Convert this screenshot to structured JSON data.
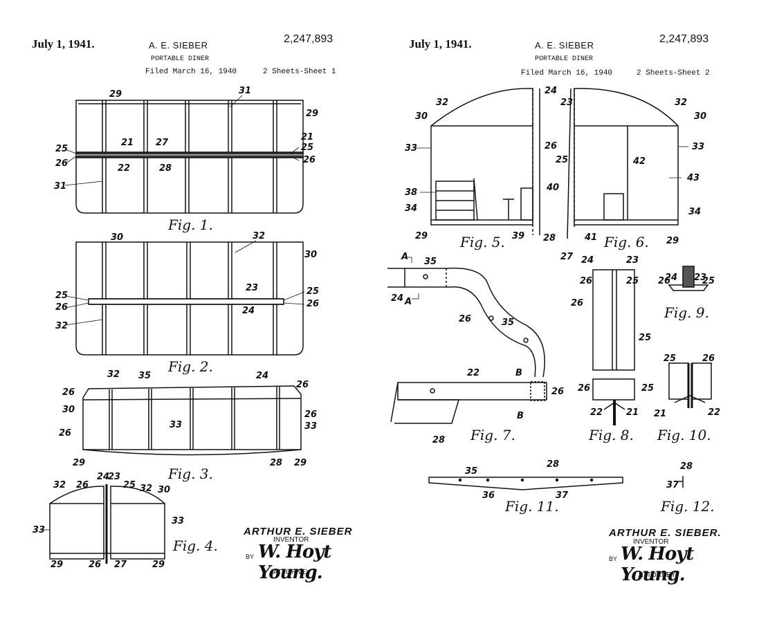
{
  "sheet1": {
    "date": "July 1, 1941.",
    "inventor": "A. E. SIEBER",
    "patent_number": "2,247,893",
    "title": "PORTABLE DINER",
    "filed": "Filed March 16, 1940",
    "sheet": "2 Sheets-Sheet 1",
    "figures": [
      "Fig. 1.",
      "Fig. 2.",
      "Fig. 3.",
      "Fig. 4."
    ],
    "signature": {
      "name": "ARTHUR E. SIEBER",
      "inventor_label": "INVENTOR",
      "by": "BY",
      "attorney_name": "W. Hoyt Young.",
      "attorney_label": "ATTORNEY"
    }
  },
  "sheet2": {
    "date": "July 1, 1941.",
    "inventor": "A. E. SIEBER",
    "patent_number": "2,247,893",
    "title": "PORTABLE DINER",
    "filed": "Filed March 16, 1940",
    "sheet": "2 Sheets-Sheet 2",
    "figures": [
      "Fig. 5.",
      "Fig. 6.",
      "Fig. 7.",
      "Fig. 8.",
      "Fig. 9.",
      "Fig. 10.",
      "Fig. 11.",
      "Fig. 12."
    ],
    "signature": {
      "name": "ARTHUR E. SIEBER.",
      "inventor_label": "INVENTOR",
      "by": "BY",
      "attorney_name": "W. Hoyt Young.",
      "attorney_label": "ATTORNEY"
    }
  }
}
